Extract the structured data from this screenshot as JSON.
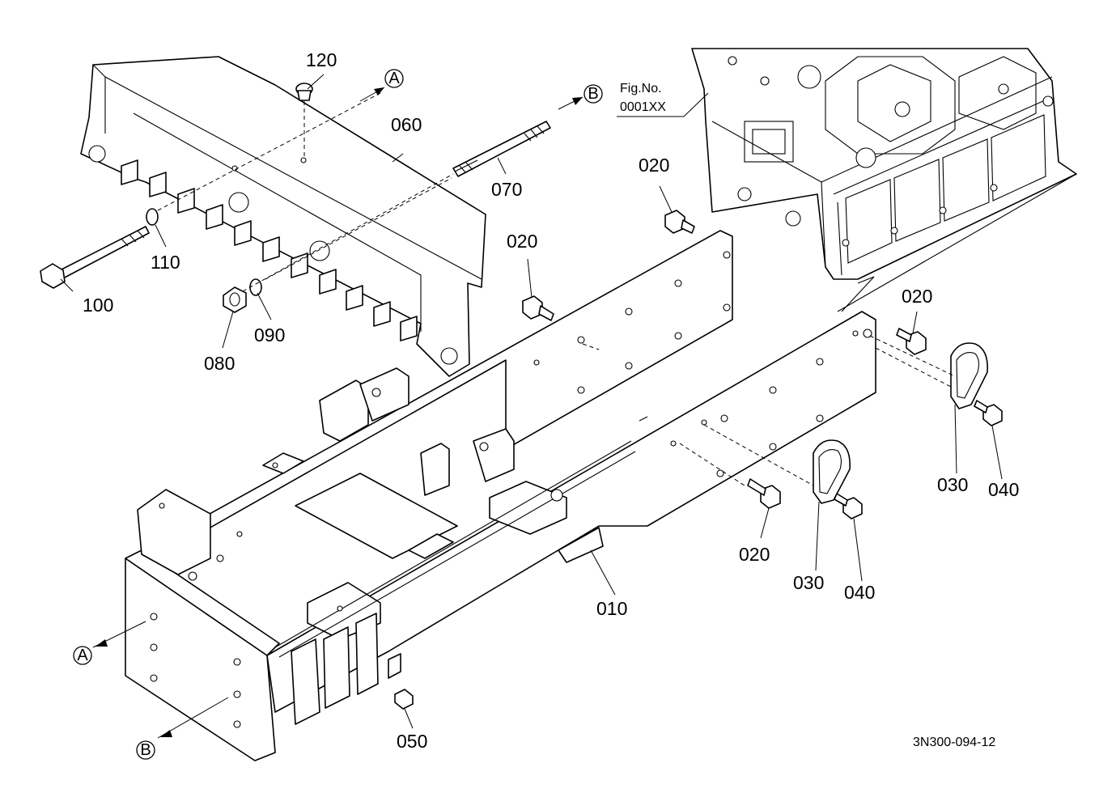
{
  "diagram_code": "3N300-094-12",
  "fig_ref": {
    "line1": "Fig.No.",
    "line2": "0001XX"
  },
  "references": {
    "a": "A",
    "b": "B"
  },
  "callouts": {
    "c010": "010",
    "c020a": "020",
    "c020b": "020",
    "c020c": "020",
    "c020d": "020",
    "c030a": "030",
    "c030b": "030",
    "c040a": "040",
    "c040b": "040",
    "c050": "050",
    "c060": "060",
    "c070": "070",
    "c080": "080",
    "c090": "090",
    "c100": "100",
    "c110": "110",
    "c120": "120"
  }
}
